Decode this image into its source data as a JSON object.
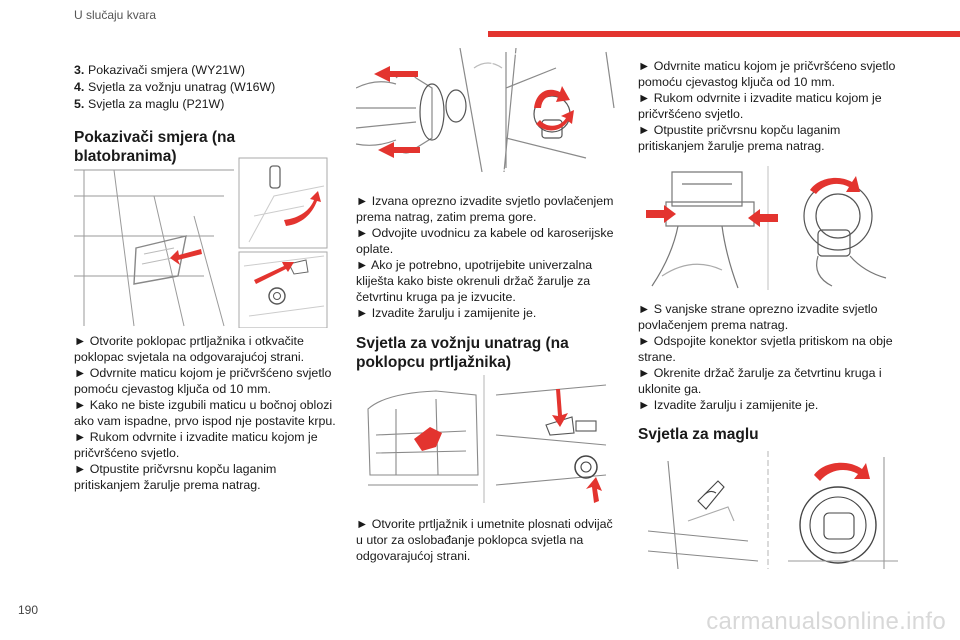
{
  "header": {
    "title": "U slučaju kvara"
  },
  "page_number": "190",
  "watermark": "carmanualsonline.info",
  "col1": {
    "list": [
      {
        "num": "3.",
        "text": "Pokazivači smjera (WY21W)"
      },
      {
        "num": "4.",
        "text": "Svjetla za vožnju unatrag (W16W)"
      },
      {
        "num": "5.",
        "text": "Svjetla za maglu (P21W)"
      }
    ],
    "heading": "Pokazivači smjera (na blatobranima)",
    "steps": [
      "► Otvorite poklopac prtljažnika i otkvačite poklopac svjetala na odgovarajućoj strani.",
      "► Odvrnite maticu kojom je pričvršćeno svjetlo pomoću cjevastog ključa od 10 mm.",
      "► Kako ne biste izgubili maticu u bočnoj oblozi ako vam ispadne, prvo ispod nje postavite krpu.",
      "► Rukom odvrnite i izvadite maticu kojom je pričvršćeno svjetlo.",
      "► Otpustite pričvrsnu kopču laganim pritiskanjem žarulje prema natrag."
    ]
  },
  "col2": {
    "steps_top": [
      "► Izvana oprezno izvadite svjetlo povlačenjem prema natrag, zatim prema gore.",
      "► Odvojite uvodnicu za kabele od karoserijske oplate.",
      "► Ako je potrebno, upotrijebite univerzalna kliješta kako biste okrenuli držač žarulje za četvrtinu kruga pa je izvucite.",
      "► Izvadite žarulju i zamijenite je."
    ],
    "heading": "Svjetla za vožnju unatrag (na poklopcu prtljažnika)",
    "steps_bottom": [
      "► Otvorite prtljažnik i umetnite plosnati odvijač u utor za oslobađanje poklopca svjetla na odgovarajućoj strani."
    ]
  },
  "col3": {
    "steps_top": [
      "► Odvrnite maticu kojom je pričvršćeno svjetlo pomoću cjevastog ključa od 10 mm.",
      "► Rukom odvrnite i izvadite maticu kojom je pričvršćeno svjetlo.",
      "► Otpustite pričvrsnu kopču laganim pritiskanjem žarulje prema natrag."
    ],
    "steps_bottom": [
      "► S vanjske strane oprezno izvadite svjetlo povlačenjem prema natrag.",
      "► Odspojite konektor svjetla pritiskom na obje strane.",
      "► Okrenite držač žarulje za četvrtinu kruga i uklonite ga.",
      "► Izvadite žarulju i zamijenite je."
    ],
    "heading": "Svjetla za maglu"
  },
  "colors": {
    "accent": "#e3342f",
    "text": "#1a1a1a",
    "line_art": "#9a9a9a"
  }
}
